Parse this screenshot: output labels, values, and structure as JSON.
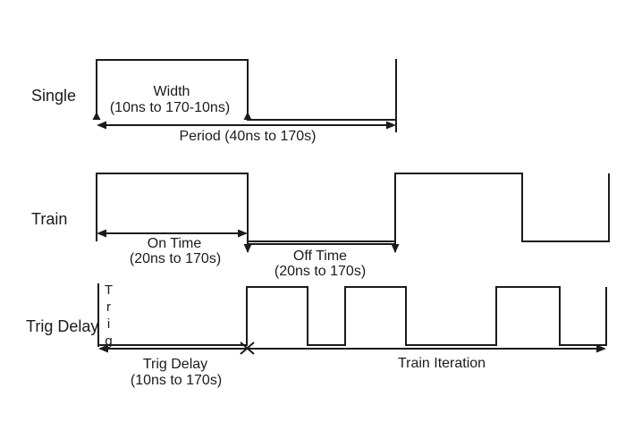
{
  "diagram": {
    "background_color": "#ffffff",
    "line_color": "#1b1b1b",
    "rows": {
      "single": {
        "label": "Single",
        "width_label_line1": "Width",
        "width_label_line2": "(10ns to 170-10ns)",
        "period_label": "Period (40ns to 170s)"
      },
      "train": {
        "label": "Train",
        "on_time_line1": "On Time",
        "on_time_line2": "(20ns to 170s)",
        "off_time_line1": "Off Time",
        "off_time_line2": "(20ns to 170s)"
      },
      "trig_delay": {
        "label": "Trig Delay",
        "trig_marker": "Trig",
        "trig_delay_line1": "Trig Delay",
        "trig_delay_line2": "(10ns to 170s)",
        "train_iteration_label": "Train Iteration"
      }
    }
  }
}
